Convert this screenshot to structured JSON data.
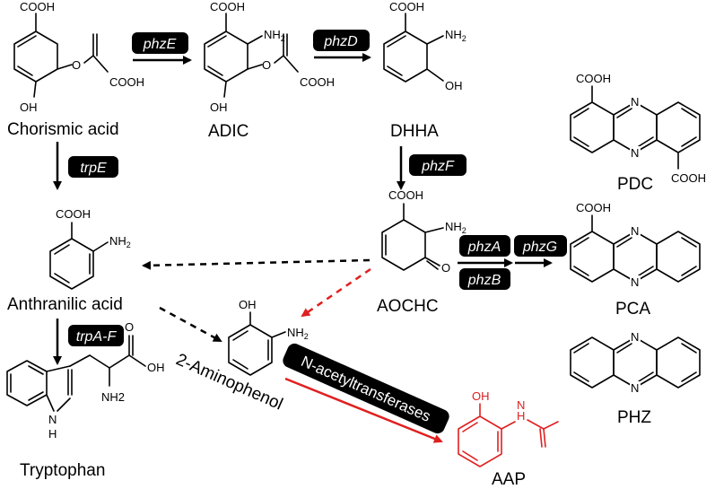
{
  "compounds": {
    "chorismic_acid": "Chorismic acid",
    "adic": "ADIC",
    "dhha": "DHHA",
    "pdc": "PDC",
    "anthranilic_acid": "Anthranilic acid",
    "aochc": "AOCHC",
    "pca": "PCA",
    "aminophenol": "2-Aminophenol",
    "tryptophan": "Tryptophan",
    "aap": "AAP",
    "phz": "PHZ"
  },
  "enzymes": {
    "phzE": "phzE",
    "phzD": "phzD",
    "trpE": "trpE",
    "phzF": "phzF",
    "phzA": "phzA",
    "phzB": "phzB",
    "phzG": "phzG",
    "trpAF": "trpA-F",
    "nat": "N-acetyltransferases"
  },
  "atoms": {
    "cooh": "COOH",
    "nh2": "NH",
    "nh2_sub": "2",
    "nh2_plain": "NH2",
    "oh": "OH",
    "o": "O",
    "n": "N",
    "h": "H"
  },
  "colors": {
    "black": "#000000",
    "red": "#e02020"
  }
}
